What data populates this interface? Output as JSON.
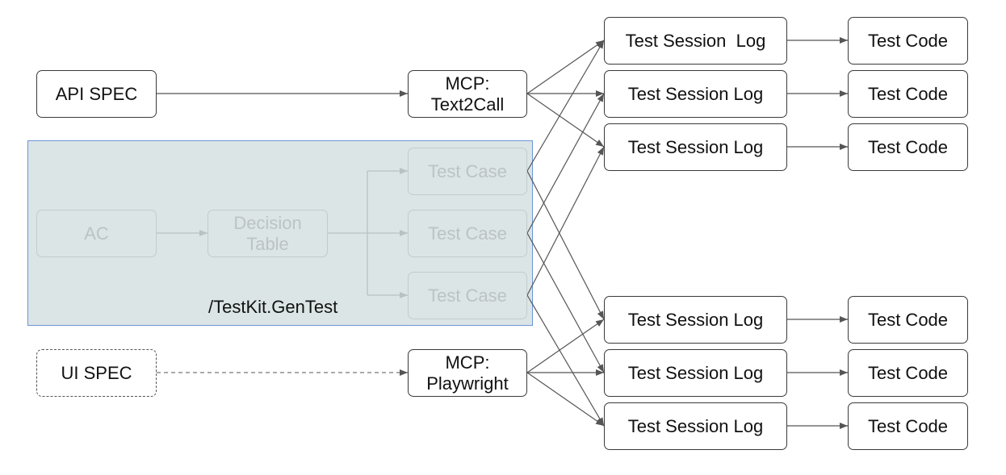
{
  "sources": {
    "api_spec": "API SPEC",
    "ui_spec": "UI SPEC"
  },
  "mcp": {
    "text2call": "MCP:\nText2Call",
    "playwright": "MCP:\nPlaywright"
  },
  "gentest": {
    "group_label": "/TestKit.GenTest",
    "ac": "AC",
    "decision_table": "Decision\nTable",
    "test_cases": [
      "Test Case",
      "Test Case",
      "Test Case"
    ]
  },
  "session_logs": [
    "Test Session  Log",
    "Test Session Log",
    "Test Session Log",
    "Test Session Log",
    "Test Session Log",
    "Test Session Log"
  ],
  "test_codes": [
    "Test Code",
    "Test Code",
    "Test Code",
    "Test Code",
    "Test Code",
    "Test Code"
  ],
  "colors": {
    "group_fill": "#dbe5e6",
    "group_border": "#6b95d8",
    "edge": "#555555",
    "faded_edge": "#b9c1c2",
    "faded_text": "#bcc3c4"
  }
}
